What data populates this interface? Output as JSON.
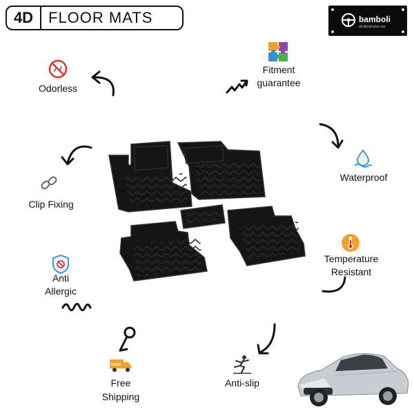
{
  "header": {
    "badge_prefix": "4D",
    "title": "FLOOR MATS"
  },
  "brand": {
    "name": "bamboli",
    "tagline": "all about your car"
  },
  "features": {
    "odorless": "Odorless",
    "fitment_line1": "Fitment",
    "fitment_line2": "guarantee",
    "waterproof": "Waterproof",
    "clip_fixing": "Clip Fixing",
    "temperature_line1": "Temperature",
    "temperature_line2": "Resistant",
    "anti_line1": "Anti",
    "anti_line2": "Allergic",
    "free_line1": "Free",
    "free_line2": "Shipping",
    "anti_slip": "Anti-slip"
  },
  "icons": {
    "odorless": "no-odor-icon",
    "fitment": "puzzle-icon",
    "waterproof": "water-drop-icon",
    "clip_fixing": "chain-link-icon",
    "temperature": "thermometer-icon",
    "anti_allergic": "shield-icon",
    "free_shipping": "delivery-truck-icon",
    "anti_slip": "slipping-person-icon"
  },
  "colors": {
    "accent_red": "#d9382c",
    "accent_blue": "#2f8fd8",
    "accent_orange": "#f2a22c",
    "mat_black": "#141414",
    "car_silver": "#c9ccd1"
  }
}
